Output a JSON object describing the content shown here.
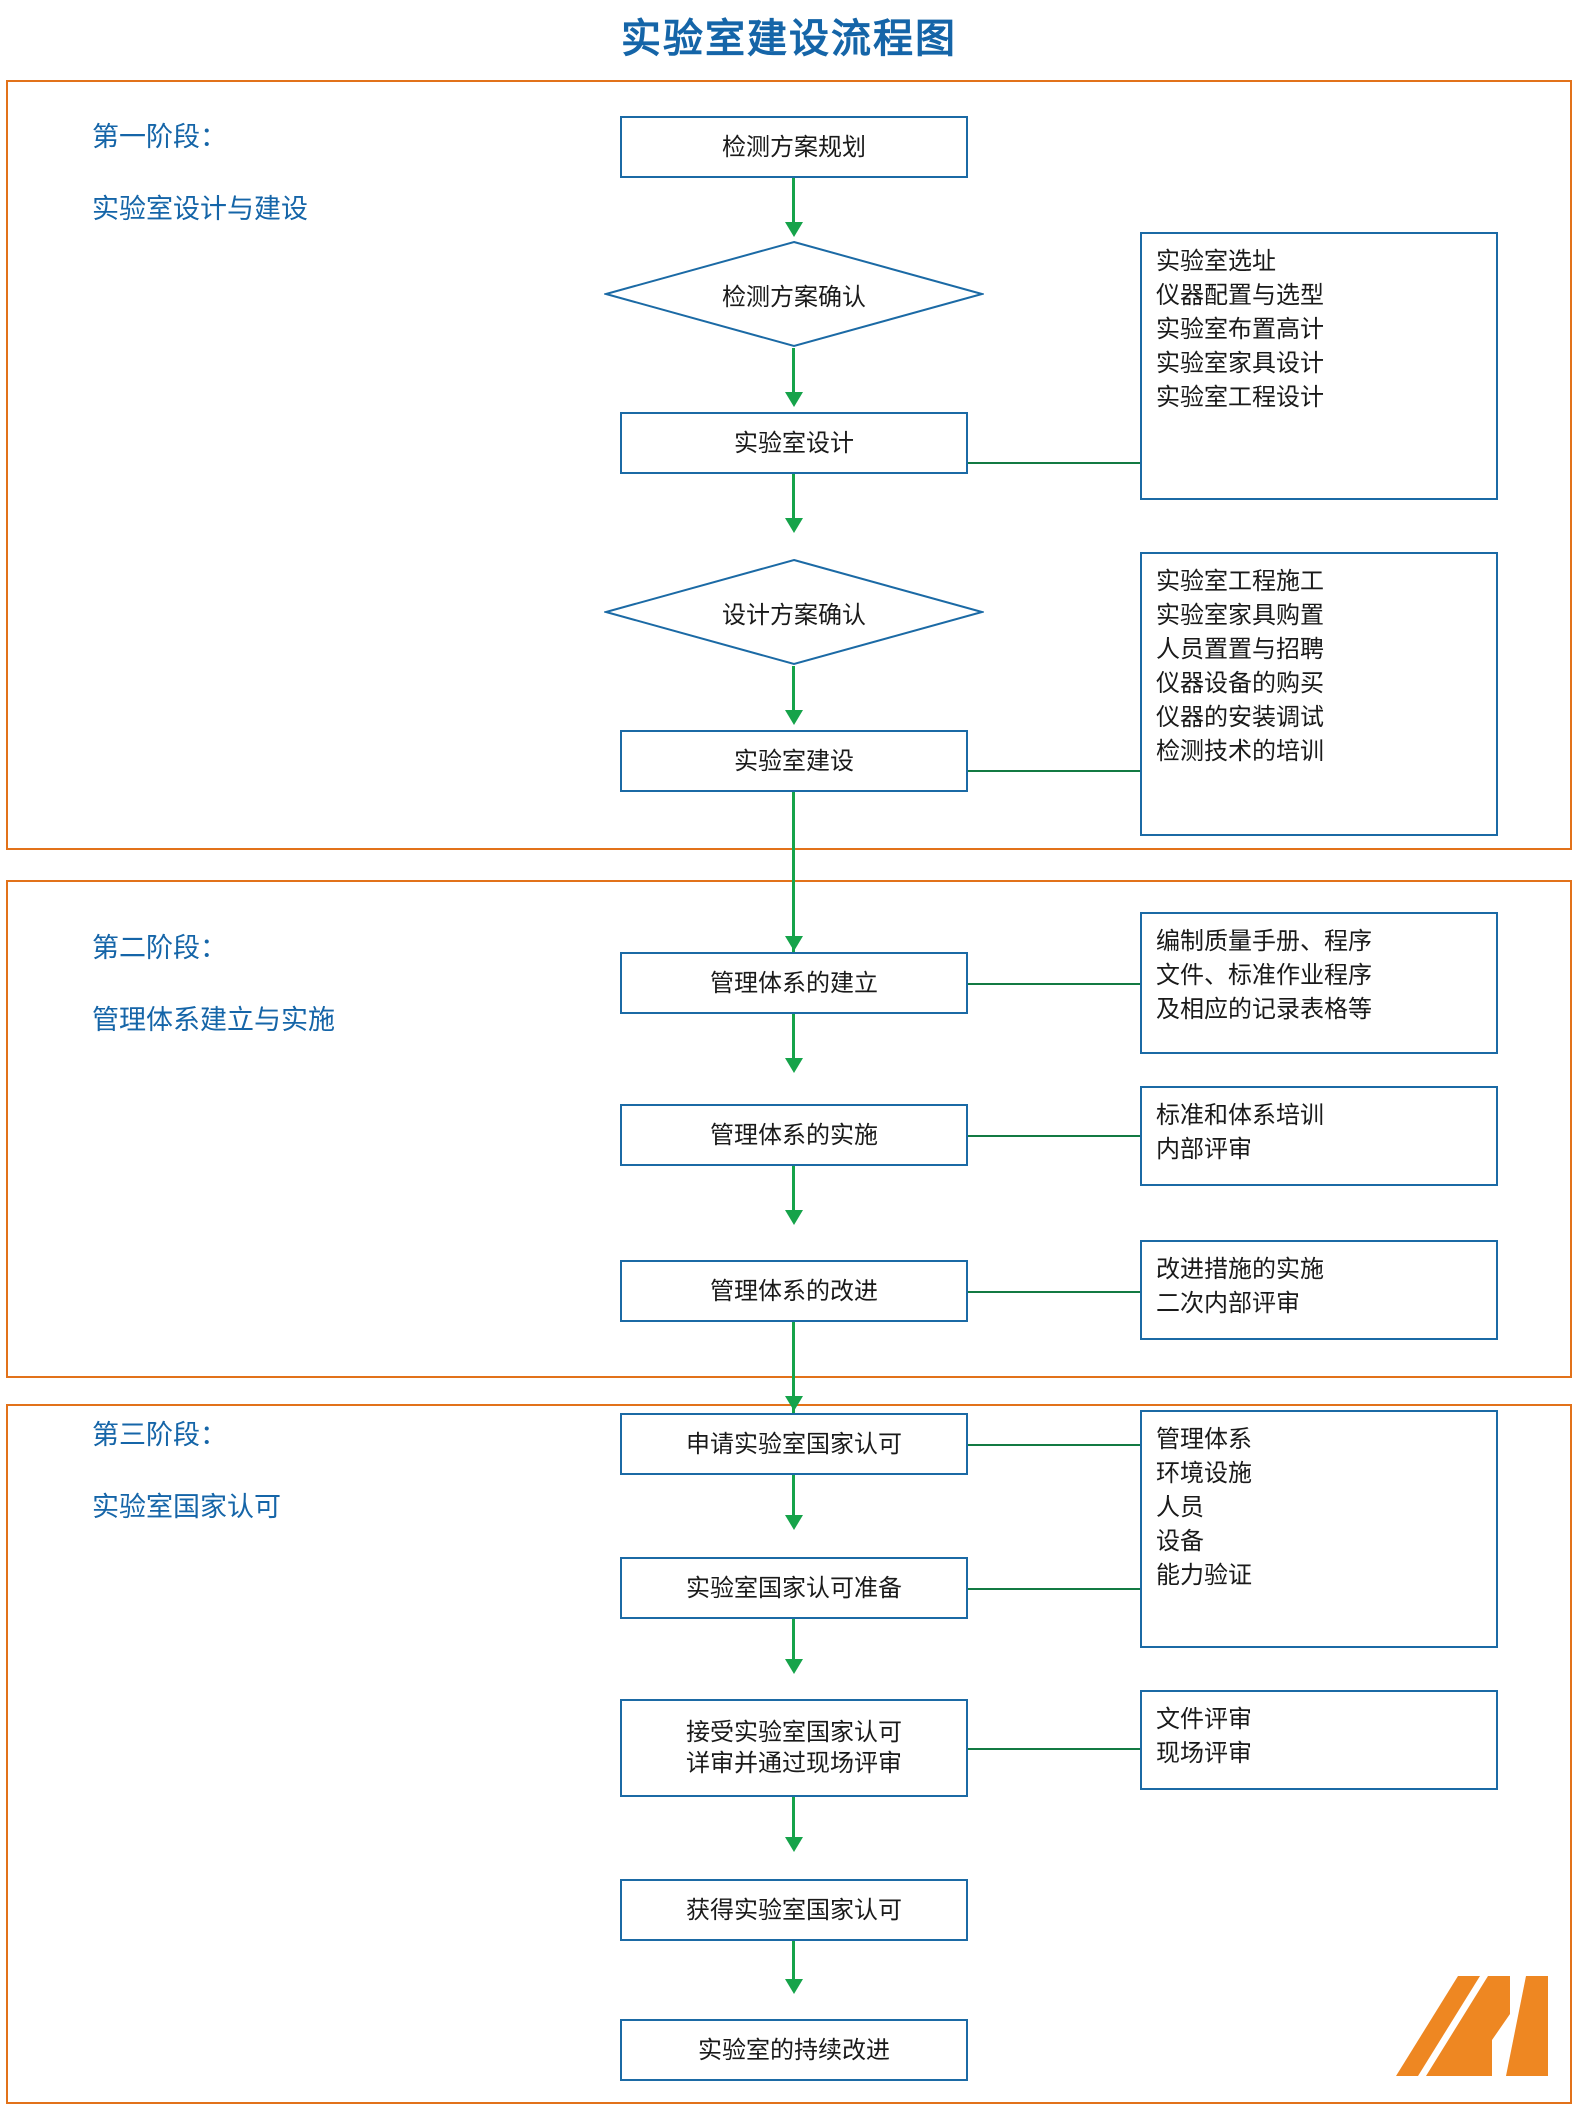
{
  "title": "实验室建设流程图",
  "colors": {
    "title_blue": "#1565a8",
    "frame_orange": "#e2721a",
    "node_border_blue": "#1b6aa5",
    "arrow_green": "#16a34a",
    "logo_orange": "#ee8722"
  },
  "stages": [
    {
      "id": "stage-1",
      "label_line1": "第一阶段：",
      "label_line2": "实验室设计与建设",
      "nodes": [
        {
          "id": "n1",
          "type": "process",
          "text": "检测方案规划"
        },
        {
          "id": "n2",
          "type": "decision",
          "text": "检测方案确认"
        },
        {
          "id": "n3",
          "type": "process",
          "text": "实验室设计"
        },
        {
          "id": "n4",
          "type": "decision",
          "text": "设计方案确认"
        },
        {
          "id": "n5",
          "type": "process",
          "text": "实验室建设"
        }
      ],
      "details": [
        {
          "id": "d1",
          "for_node": "实验室设计",
          "lines": [
            "实验室选址",
            "仪器配置与选型",
            "实验室布置高计",
            "实验室家具设计",
            "实验室工程设计"
          ]
        },
        {
          "id": "d2",
          "for_node": "实验室建设",
          "lines": [
            "实验室工程施工",
            "实验室家具购置",
            "人员置置与招聘",
            "仪器设备的购买",
            "仪器的安装调试",
            "检测技术的培训"
          ]
        }
      ]
    },
    {
      "id": "stage-2",
      "label_line1": "第二阶段：",
      "label_line2": "管理体系建立与实施",
      "nodes": [
        {
          "id": "n6",
          "type": "process",
          "text": "管理体系的建立"
        },
        {
          "id": "n7",
          "type": "process",
          "text": "管理体系的实施"
        },
        {
          "id": "n8",
          "type": "process",
          "text": "管理体系的改进"
        }
      ],
      "details": [
        {
          "id": "d3",
          "for_node": "管理体系的建立",
          "lines": [
            "编制质量手册、程序",
            "文件、标准作业程序",
            "及相应的记录表格等"
          ]
        },
        {
          "id": "d4",
          "for_node": "管理体系的实施",
          "lines": [
            "标准和体系培训",
            "内部评审"
          ]
        },
        {
          "id": "d5",
          "for_node": "管理体系的改进",
          "lines": [
            "改进措施的实施",
            "二次内部评审"
          ]
        }
      ]
    },
    {
      "id": "stage-3",
      "label_line1": "第三阶段：",
      "label_line2": "实验室国家认可",
      "nodes": [
        {
          "id": "n9",
          "type": "process",
          "text": "申请实验室国家认可"
        },
        {
          "id": "n10",
          "type": "process",
          "text": "实验室国家认可准备"
        },
        {
          "id": "n11",
          "type": "process",
          "text_line1": "接受实验室国家认可",
          "text_line2": "详审并通过现场评审"
        },
        {
          "id": "n12",
          "type": "process",
          "text": "获得实验室国家认可"
        },
        {
          "id": "n13",
          "type": "process",
          "text": "实验室的持续改进"
        }
      ],
      "details": [
        {
          "id": "d6",
          "for_node": "申请实验室国家认可",
          "lines": [
            "管理体系",
            "环境设施",
            "人员",
            "设备",
            "能力验证"
          ]
        },
        {
          "id": "d7",
          "for_node": "接受实验室国家认可详审并通过现场评审",
          "lines": [
            "文件评审",
            "现场评审"
          ]
        }
      ]
    }
  ],
  "logo": {
    "name": "mountain-m-logo"
  }
}
